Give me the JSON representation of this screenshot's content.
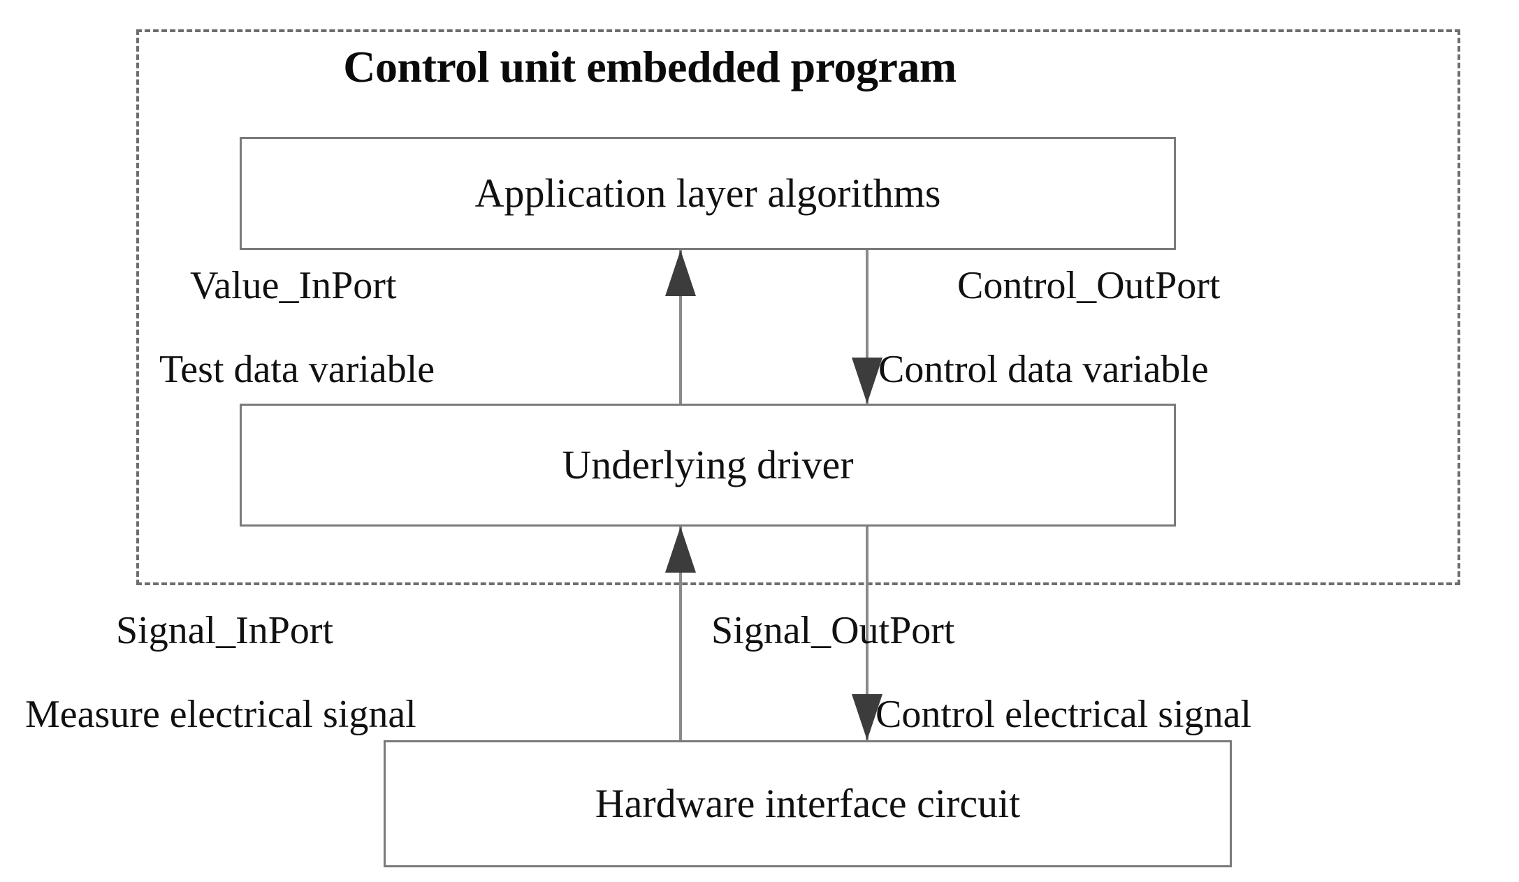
{
  "diagram": {
    "title": "Control unit embedded program",
    "boxes": {
      "application_layer": "Application layer algorithms",
      "underlying_driver": "Underlying driver",
      "hardware_interface": "Hardware interface circuit"
    },
    "connectors": [
      {
        "id": "value-inport",
        "port_label": "Value_InPort",
        "data_label": "Test data variable",
        "direction": "up",
        "from": "Underlying driver",
        "to": "Application layer algorithms"
      },
      {
        "id": "control-outport",
        "port_label": "Control_OutPort",
        "data_label": "Control data variable",
        "direction": "down",
        "from": "Application layer algorithms",
        "to": "Underlying driver"
      },
      {
        "id": "signal-inport",
        "port_label": "Signal_InPort",
        "data_label": "Measure electrical signal",
        "direction": "up",
        "from": "Hardware interface circuit",
        "to": "Underlying driver"
      },
      {
        "id": "signal-outport",
        "port_label": "Signal_OutPort",
        "data_label": "Control electrical signal",
        "direction": "down",
        "from": "Underlying driver",
        "to": "Hardware interface circuit"
      }
    ],
    "colors": {
      "background": "#ffffff",
      "box_border": "#7a7a7a",
      "dashed_border": "#6e6e6e",
      "arrow_line": "#8a8a8a",
      "arrow_head": "#3c3c3c",
      "text": "#111111"
    }
  }
}
